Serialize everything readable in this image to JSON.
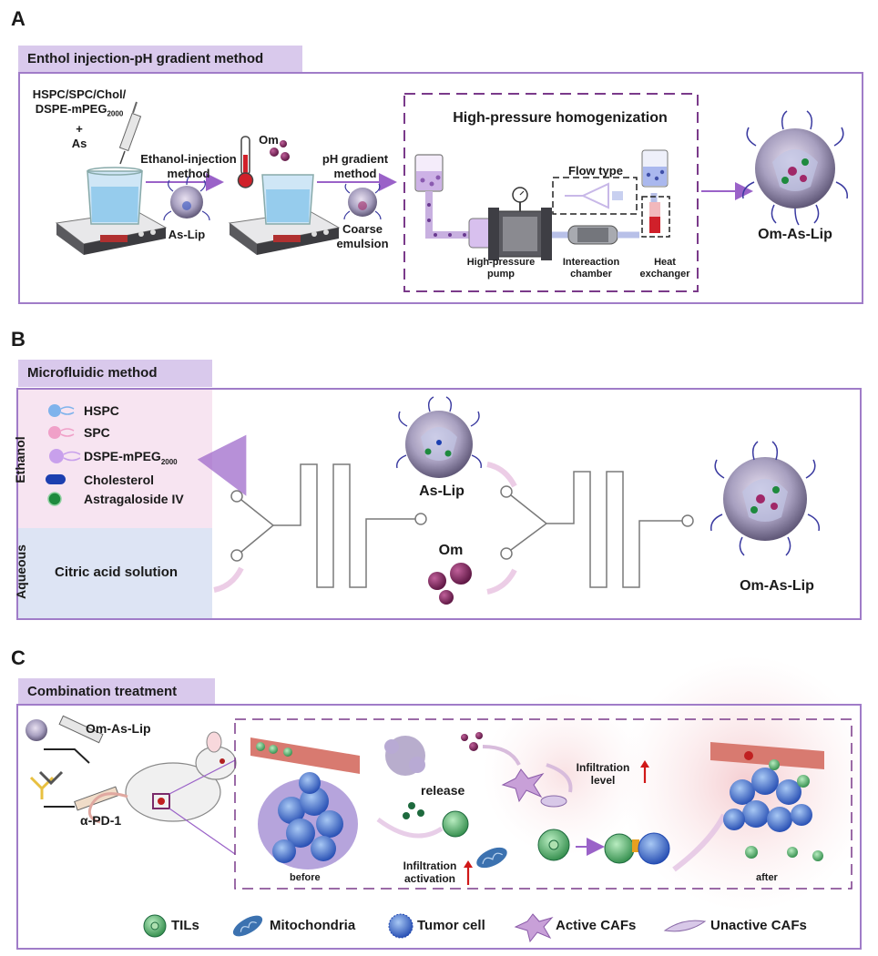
{
  "panelA": {
    "letter": "A",
    "tab": "Enthol injection-pH gradient method",
    "lipids_line1": "HSPC/SPC/Chol/",
    "lipids_line2": "DSPE-mPEG",
    "lipids_sub": "2000",
    "plus": "+",
    "as": "As",
    "ethanol_line1": "Ethanol-injection",
    "ethanol_line2": "method",
    "as_lip": "As-Lip",
    "om": "Om",
    "ph_line1": "pH gradient",
    "ph_line2": "method",
    "coarse_line1": "Coarse",
    "coarse_line2": "emulsion",
    "hph_title": "High-pressure homogenization",
    "flow_type": "Flow type",
    "pump_line1": "High-pressure",
    "pump_line2": "pump",
    "chamber_line1": "Intereaction",
    "chamber_line2": "chamber",
    "heat_line1": "Heat",
    "heat_line2": "exchanger",
    "product": "Om-As-Lip"
  },
  "panelB": {
    "letter": "B",
    "tab": "Microfluidic method",
    "ethanol": "Ethanol",
    "aqueous": "Aqueous",
    "legend": [
      {
        "label": "HSPC",
        "color": "#7fb3ec"
      },
      {
        "label": "SPC",
        "color": "#f0a0c8"
      },
      {
        "label": "DSPE-mPEG",
        "sub": "2000",
        "color": "#c8a0ec"
      },
      {
        "label": "Cholesterol",
        "color": "#1c3fb0"
      },
      {
        "label": "Astragaloside IV",
        "color": "#1e8a3e"
      }
    ],
    "citric": "Citric acid solution",
    "as_lip": "As-Lip",
    "om": "Om",
    "product": "Om-As-Lip"
  },
  "panelC": {
    "letter": "C",
    "tab": "Combination treatment",
    "drug1": "Om-As-Lip",
    "drug2": "α-PD-1",
    "release": "release",
    "infil_level_1": "Infiltration",
    "infil_level_2": "level",
    "infil_act_1": "Infiltration",
    "infil_act_2": "activation",
    "before": "before",
    "after": "after",
    "legend": [
      {
        "label": "TILs"
      },
      {
        "label": "Mitochondria"
      },
      {
        "label": "Tumor cell"
      },
      {
        "label": "Active CAFs"
      },
      {
        "label": "Unactive CAFs"
      }
    ]
  },
  "colors": {
    "frame": "#a07cc8",
    "tab": "#d9c9ec",
    "ethanol_bg": "#f7e4f1",
    "aqueous_bg": "#dde4f4",
    "arrow": "#9a62c8"
  }
}
